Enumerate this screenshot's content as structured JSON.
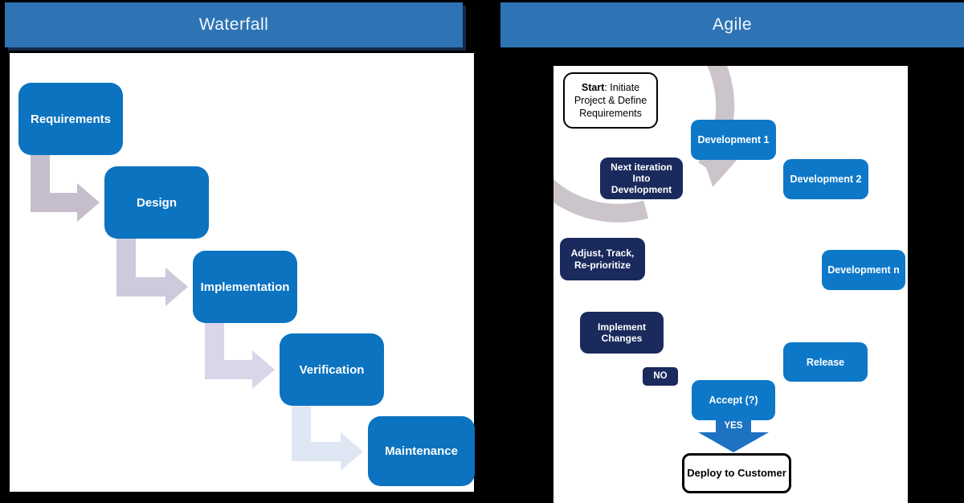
{
  "colors": {
    "background": "#000000",
    "header_blue": "#2E74B5",
    "process_blue": "#0B73C0",
    "agile_blue": "#0E78C8",
    "navy": "#1A2A5C",
    "ring_gray": "#CBC4CA",
    "yes_arrow_blue": "#1D72C2",
    "waterfall_arrow_colors": [
      "#C6BECC",
      "#CFC9DC",
      "#D9D6E9",
      "#DEE7F3"
    ]
  },
  "waterfall": {
    "title": "Waterfall",
    "steps": [
      "Requirements",
      "Design",
      "Implementation",
      "Verification",
      "Maintenance"
    ]
  },
  "agile": {
    "title": "Agile",
    "start": {
      "bold": "Start",
      "rest": ": Initiate Project & Define Requirements"
    },
    "nodes": {
      "dev1": "Development 1",
      "dev2": "Development 2",
      "devn": "Development n",
      "release": "Release",
      "accept": "Accept (?)",
      "next_iteration": "Next iteration\nInto\nDevelopment",
      "adjust": "Adjust, Track,\nRe-prioritize",
      "implement": "Implement\nChanges"
    },
    "no_label": "NO",
    "yes_label": "YES",
    "deploy": "Deploy to Customer"
  }
}
